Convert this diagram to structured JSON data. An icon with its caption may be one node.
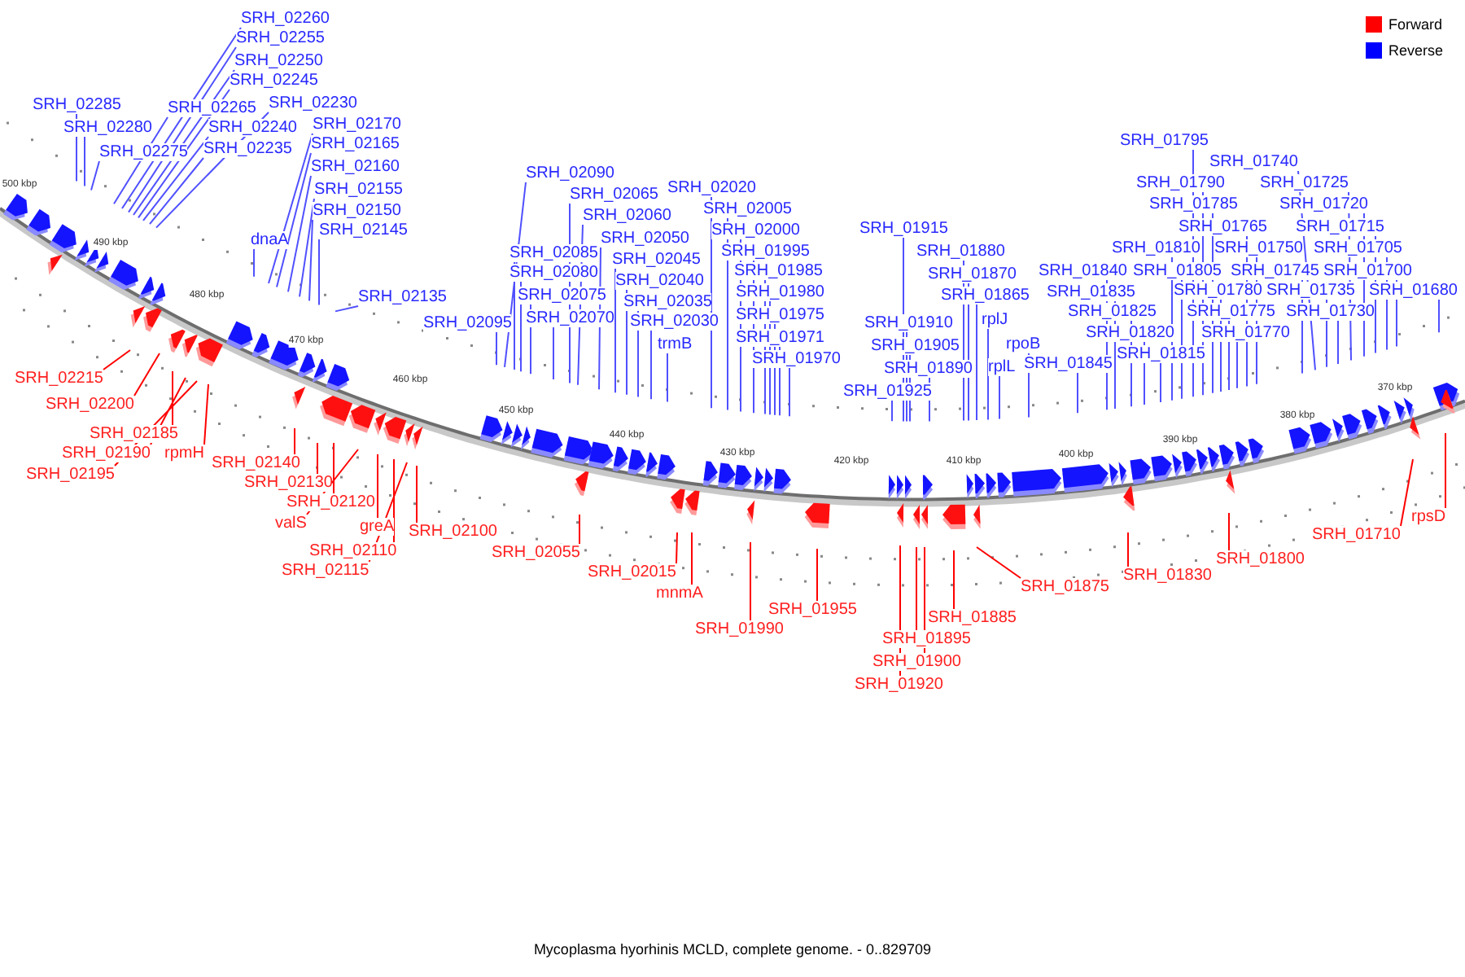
{
  "diagram": {
    "caption": "Mycoplasma hyorhinis MCLD, complete genome. - 0..829709",
    "nodes": [
      {
        "text": [
          "SRH_02285"
        ]
      },
      {
        "text": [
          "SRH_02280"
        ]
      },
      {
        "text": [
          "SRH_02275"
        ]
      },
      {
        "text": [
          "SRH_02265"
        ]
      },
      {
        "text": [
          "SRH_02260"
        ]
      },
      {
        "text": [
          "SRH_02255"
        ]
      },
      {
        "text": [
          "SRH_02250"
        ]
      },
      {
        "text": [
          "SRH_02245"
        ]
      },
      {
        "text": [
          "SRH_02240"
        ]
      },
      {
        "text": [
          "SRH_02235"
        ]
      },
      {
        "text": [
          "SRH_02230"
        ]
      },
      {
        "text": [
          "SRH_02170"
        ]
      },
      {
        "text": [
          "SRH_02165"
        ]
      },
      {
        "text": [
          "SRH_02160"
        ]
      },
      {
        "text": [
          "SRH_02155"
        ]
      },
      {
        "text": [
          "SRH_02150"
        ]
      },
      {
        "text": [
          "SRH_02145"
        ]
      },
      {
        "text": [
          "dnaA"
        ]
      },
      {
        "text": [
          "SRH_02135"
        ]
      },
      {
        "text": [
          "SRH_02095"
        ]
      },
      {
        "text": [
          "SRH_02090"
        ]
      },
      {
        "text": [
          "SRH_02065"
        ]
      },
      {
        "text": [
          "SRH_02060"
        ]
      },
      {
        "text": [
          "SRH_02085"
        ]
      },
      {
        "text": [
          "SRH_02080"
        ]
      },
      {
        "text": [
          "SRH_02075"
        ]
      },
      {
        "text": [
          "SRH_02070"
        ]
      },
      {
        "text": [
          "SRH_02050"
        ]
      },
      {
        "text": [
          "SRH_02045"
        ]
      },
      {
        "text": [
          "SRH_02040"
        ]
      },
      {
        "text": [
          "SRH_02035"
        ]
      },
      {
        "text": [
          "SRH_02030"
        ]
      },
      {
        "text": [
          "trmB"
        ]
      },
      {
        "text": [
          "SRH_02020"
        ]
      },
      {
        "text": [
          "SRH_02005"
        ]
      },
      {
        "text": [
          "SRH_02000"
        ]
      },
      {
        "text": [
          "SRH_01995"
        ]
      },
      {
        "text": [
          "SRH_01985"
        ]
      },
      {
        "text": [
          "SRH_01980"
        ]
      },
      {
        "text": [
          "SRH_01975"
        ]
      },
      {
        "text": [
          "SRH_01971"
        ]
      },
      {
        "text": [
          "SRH_01970"
        ]
      },
      {
        "text": [
          "SRH_01925"
        ]
      },
      {
        "text": [
          "SRH_01915"
        ]
      },
      {
        "text": [
          "SRH_01910"
        ]
      },
      {
        "text": [
          "SRH_01905"
        ]
      },
      {
        "text": [
          "SRH_01890"
        ]
      },
      {
        "text": [
          "SRH_01880"
        ]
      },
      {
        "text": [
          "SRH_01870"
        ]
      },
      {
        "text": [
          "SRH_01865"
        ]
      },
      {
        "text": [
          "rplJ"
        ]
      },
      {
        "text": [
          "rplL"
        ]
      },
      {
        "text": [
          "rpoB"
        ]
      },
      {
        "text": [
          "SRH_01845"
        ]
      },
      {
        "text": [
          "SRH_01840"
        ]
      },
      {
        "text": [
          "SRH_01835"
        ]
      },
      {
        "text": [
          "SRH_01825"
        ]
      },
      {
        "text": [
          "SRH_01820"
        ]
      },
      {
        "text": [
          "SRH_01815"
        ]
      },
      {
        "text": [
          "SRH_01810"
        ]
      },
      {
        "text": [
          "SRH_01805"
        ]
      },
      {
        "text": [
          "SRH_01795"
        ]
      },
      {
        "text": [
          "SRH_01790"
        ]
      },
      {
        "text": [
          "SRH_01785"
        ]
      },
      {
        "text": [
          "SRH_01780"
        ]
      },
      {
        "text": [
          "SRH_01775"
        ]
      },
      {
        "text": [
          "SRH_01770"
        ]
      },
      {
        "text": [
          "SRH_01765"
        ]
      },
      {
        "text": [
          "SRH_01750"
        ]
      },
      {
        "text": [
          "SRH_01745"
        ]
      },
      {
        "text": [
          "SRH_01740"
        ]
      },
      {
        "text": [
          "SRH_01735"
        ]
      },
      {
        "text": [
          "SRH_01730"
        ]
      },
      {
        "text": [
          "SRH_01725"
        ]
      },
      {
        "text": [
          "SRH_01720"
        ]
      },
      {
        "text": [
          "SRH_01715"
        ]
      },
      {
        "text": [
          "SRH_01705"
        ]
      },
      {
        "text": [
          "SRH_01700"
        ]
      },
      {
        "text": [
          "SRH_01680"
        ]
      },
      {
        "text": [
          "SRH_02215"
        ]
      },
      {
        "text": [
          "SRH_02200"
        ]
      },
      {
        "text": [
          "SRH_02185"
        ]
      },
      {
        "text": [
          "SRH_02190"
        ]
      },
      {
        "text": [
          "SRH_02195"
        ]
      },
      {
        "text": [
          "rpmH"
        ]
      },
      {
        "text": [
          "SRH_02140"
        ]
      },
      {
        "text": [
          "SRH_02130"
        ]
      },
      {
        "text": [
          "SRH_02120"
        ]
      },
      {
        "text": [
          "valS"
        ]
      },
      {
        "text": [
          "greA"
        ]
      },
      {
        "text": [
          "SRH_02110"
        ]
      },
      {
        "text": [
          "SRH_02115"
        ]
      },
      {
        "text": [
          "SRH_02100"
        ]
      },
      {
        "text": [
          "SRH_02055"
        ]
      },
      {
        "text": [
          "SRH_02015"
        ]
      },
      {
        "text": [
          "mnmA"
        ]
      },
      {
        "text": [
          "SRH_01990"
        ]
      },
      {
        "text": [
          "SRH_01955"
        ]
      },
      {
        "text": [
          "SRH_01920"
        ]
      },
      {
        "text": [
          "SRH_01895"
        ]
      },
      {
        "text": [
          "SRH_01900"
        ]
      },
      {
        "text": [
          "SRH_01885"
        ]
      },
      {
        "text": [
          "SRH_01875"
        ]
      },
      {
        "text": [
          "SRH_01830"
        ]
      },
      {
        "text": [
          "SRH_01800"
        ]
      },
      {
        "text": [
          "SRH_01710"
        ]
      },
      {
        "text": [
          "rpsD"
        ]
      }
    ],
    "edges": [
      {
        "from": 0,
        "to": null,
        "arrow": "none"
      },
      {
        "from": 1,
        "to": null,
        "arrow": "none"
      },
      {
        "from": 2,
        "to": null,
        "arrow": "none"
      },
      {
        "from": 3,
        "to": null,
        "arrow": "none"
      },
      {
        "from": 4,
        "to": null,
        "arrow": "none"
      },
      {
        "from": 5,
        "to": null,
        "arrow": "none"
      },
      {
        "from": 6,
        "to": null,
        "arrow": "none"
      },
      {
        "from": 7,
        "to": null,
        "arrow": "none"
      },
      {
        "from": 8,
        "to": null,
        "arrow": "none"
      },
      {
        "from": 9,
        "to": null,
        "arrow": "none"
      },
      {
        "from": 10,
        "to": null,
        "arrow": "none"
      },
      {
        "from": 11,
        "to": null,
        "arrow": "none"
      },
      {
        "from": 12,
        "to": null,
        "arrow": "none"
      },
      {
        "from": 13,
        "to": null,
        "arrow": "none"
      },
      {
        "from": 14,
        "to": null,
        "arrow": "none"
      },
      {
        "from": 15,
        "to": null,
        "arrow": "none"
      },
      {
        "from": 16,
        "to": null,
        "arrow": "none"
      },
      {
        "from": 17,
        "to": null,
        "arrow": "none"
      },
      {
        "from": 18,
        "to": null,
        "arrow": "none"
      },
      {
        "from": 19,
        "to": null,
        "arrow": "none"
      },
      {
        "from": 20,
        "to": null,
        "arrow": "none"
      },
      {
        "from": 21,
        "to": null,
        "arrow": "none"
      },
      {
        "from": 22,
        "to": null,
        "arrow": "none"
      },
      {
        "from": 23,
        "to": null,
        "arrow": "none"
      },
      {
        "from": 24,
        "to": null,
        "arrow": "none"
      },
      {
        "from": 25,
        "to": null,
        "arrow": "none"
      },
      {
        "from": 26,
        "to": null,
        "arrow": "none"
      },
      {
        "from": 27,
        "to": null,
        "arrow": "none"
      },
      {
        "from": 28,
        "to": null,
        "arrow": "none"
      },
      {
        "from": 29,
        "to": null,
        "arrow": "none"
      },
      {
        "from": 30,
        "to": null,
        "arrow": "none"
      },
      {
        "from": 31,
        "to": null,
        "arrow": "none"
      },
      {
        "from": 32,
        "to": null,
        "arrow": "none"
      },
      {
        "from": 33,
        "to": null,
        "arrow": "none"
      },
      {
        "from": 34,
        "to": null,
        "arrow": "none"
      },
      {
        "from": 35,
        "to": null,
        "arrow": "none"
      },
      {
        "from": 36,
        "to": null,
        "arrow": "none"
      },
      {
        "from": 37,
        "to": null,
        "arrow": "none"
      },
      {
        "from": 38,
        "to": null,
        "arrow": "none"
      },
      {
        "from": 39,
        "to": null,
        "arrow": "none"
      },
      {
        "from": 40,
        "to": null,
        "arrow": "none"
      },
      {
        "from": 41,
        "to": null,
        "arrow": "none"
      },
      {
        "from": 42,
        "to": null,
        "arrow": "none"
      },
      {
        "from": 43,
        "to": null,
        "arrow": "none"
      },
      {
        "from": 44,
        "to": null,
        "arrow": "none"
      },
      {
        "from": 45,
        "to": null,
        "arrow": "none"
      },
      {
        "from": 46,
        "to": null,
        "arrow": "none"
      },
      {
        "from": 47,
        "to": null,
        "arrow": "none"
      },
      {
        "from": 48,
        "to": null,
        "arrow": "none"
      },
      {
        "from": 49,
        "to": null,
        "arrow": "none"
      },
      {
        "from": 50,
        "to": null,
        "arrow": "none"
      },
      {
        "from": 51,
        "to": null,
        "arrow": "none"
      },
      {
        "from": 52,
        "to": null,
        "arrow": "none"
      },
      {
        "from": 53,
        "to": null,
        "arrow": "none"
      },
      {
        "from": 54,
        "to": null,
        "arrow": "none"
      },
      {
        "from": 55,
        "to": null,
        "arrow": "none"
      },
      {
        "from": 56,
        "to": null,
        "arrow": "none"
      },
      {
        "from": 57,
        "to": null,
        "arrow": "none"
      },
      {
        "from": 58,
        "to": null,
        "arrow": "none"
      },
      {
        "from": 59,
        "to": null,
        "arrow": "none"
      },
      {
        "from": 60,
        "to": null,
        "arrow": "none"
      },
      {
        "from": 61,
        "to": null,
        "arrow": "none"
      },
      {
        "from": 62,
        "to": null,
        "arrow": "none"
      },
      {
        "from": 63,
        "to": null,
        "arrow": "none"
      },
      {
        "from": 64,
        "to": null,
        "arrow": "none"
      },
      {
        "from": 65,
        "to": null,
        "arrow": "none"
      },
      {
        "from": 66,
        "to": null,
        "arrow": "none"
      },
      {
        "from": 67,
        "to": null,
        "arrow": "none"
      },
      {
        "from": 68,
        "to": null,
        "arrow": "none"
      },
      {
        "from": 69,
        "to": null,
        "arrow": "none"
      },
      {
        "from": 70,
        "to": null,
        "arrow": "none"
      },
      {
        "from": 71,
        "to": null,
        "arrow": "none"
      },
      {
        "from": 72,
        "to": null,
        "arrow": "none"
      },
      {
        "from": 73,
        "to": null,
        "arrow": "none"
      },
      {
        "from": 74,
        "to": null,
        "arrow": "none"
      },
      {
        "from": 75,
        "to": null,
        "arrow": "none"
      },
      {
        "from": 76,
        "to": null,
        "arrow": "none"
      },
      {
        "from": 77,
        "to": null,
        "arrow": "none"
      },
      {
        "from": 78,
        "to": null,
        "arrow": "none"
      },
      {
        "from": 79,
        "to": null,
        "arrow": "none",
        "color": "#ff0000"
      },
      {
        "from": 80,
        "to": null,
        "arrow": "none",
        "color": "#ff0000"
      },
      {
        "from": 81,
        "to": null,
        "arrow": "none",
        "color": "#ff0000"
      },
      {
        "from": 82,
        "to": null,
        "arrow": "none",
        "color": "#ff0000"
      },
      {
        "from": 83,
        "to": null,
        "arrow": "none",
        "color": "#ff0000"
      },
      {
        "from": 84,
        "to": null,
        "arrow": "none",
        "color": "#ff0000"
      },
      {
        "from": 85,
        "to": null,
        "arrow": "none",
        "color": "#ff0000"
      },
      {
        "from": 86,
        "to": null,
        "arrow": "none",
        "color": "#ff0000"
      },
      {
        "from": 87,
        "to": null,
        "arrow": "none",
        "color": "#ff0000"
      },
      {
        "from": 88,
        "to": null,
        "arrow": "none",
        "color": "#ff0000"
      },
      {
        "from": 89,
        "to": null,
        "arrow": "none",
        "color": "#ff0000"
      },
      {
        "from": 90,
        "to": null,
        "arrow": "none",
        "color": "#ff0000"
      },
      {
        "from": 91,
        "to": null,
        "arrow": "none",
        "color": "#ff0000"
      },
      {
        "from": 92,
        "to": null,
        "arrow": "none",
        "color": "#ff0000"
      },
      {
        "from": 93,
        "to": null,
        "arrow": "none",
        "color": "#ff0000"
      },
      {
        "from": 94,
        "to": null,
        "arrow": "none",
        "color": "#ff0000"
      },
      {
        "from": 95,
        "to": null,
        "arrow": "none",
        "color": "#ff0000"
      },
      {
        "from": 96,
        "to": null,
        "arrow": "none",
        "color": "#ff0000"
      },
      {
        "from": 97,
        "to": null,
        "arrow": "none",
        "color": "#ff0000"
      },
      {
        "from": 98,
        "to": null,
        "arrow": "none",
        "color": "#ff0000"
      },
      {
        "from": 99,
        "to": null,
        "arrow": "none",
        "color": "#ff0000"
      },
      {
        "from": 100,
        "to": null,
        "arrow": "none",
        "color": "#ff0000"
      },
      {
        "from": 101,
        "to": null,
        "arrow": "none",
        "color": "#ff0000"
      },
      {
        "from": 102,
        "to": null,
        "arrow": "none",
        "color": "#ff0000"
      },
      {
        "from": 103,
        "to": null,
        "arrow": "none",
        "color": "#ff0000"
      },
      {
        "from": 104,
        "to": null,
        "arrow": "none",
        "color": "#ff0000"
      },
      {
        "from": 105,
        "to": null,
        "arrow": "none",
        "color": "#ff0000"
      },
      {
        "from": 106,
        "to": null,
        "arrow": "none",
        "color": "#ff0000"
      }
    ],
    "labels": [
      "500 kbp",
      "490 kbp",
      "480 kbp",
      "470 kbp",
      "460 kbp",
      "450 kbp",
      "440 kbp",
      "430 kbp",
      "420 kbp",
      "410 kbp",
      "400 kbp",
      "390 kbp",
      "380 kbp",
      "370 kbp"
    ],
    "legend": [
      {
        "text": "Forward",
        "color": "#ff0000"
      },
      {
        "text": "Reverse",
        "color": "#0000ff"
      }
    ]
  }
}
